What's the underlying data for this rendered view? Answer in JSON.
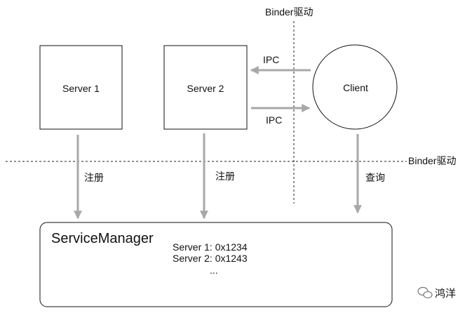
{
  "diagram": {
    "top_label": "Binder驱动",
    "side_label": "Binder驱动",
    "server1": "Server 1",
    "server2": "Server 2",
    "client": "Client",
    "ipc_request": "IPC",
    "ipc_reply": "IPC",
    "register_1": "注册",
    "register_2": "注册",
    "query": "查询",
    "service_manager": {
      "title": "ServiceManager",
      "entries": [
        "Server 1: 0x1234",
        "Server 2: 0x1243",
        "..."
      ]
    },
    "watermark": "鸿洋"
  },
  "colors": {
    "arrow": "#a8a8a8",
    "line": "#222222"
  }
}
